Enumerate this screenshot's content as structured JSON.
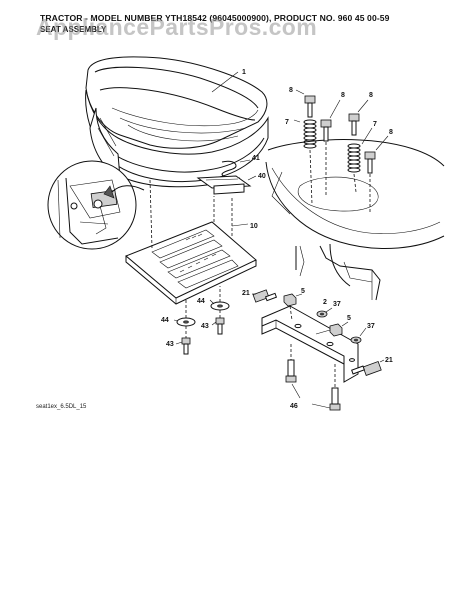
{
  "header": {
    "title": "TRACTOR - MODEL NUMBER YTH18542 (96045000900), PRODUCT NO. 960 45 00-59",
    "subtitle": "SEAT ASSEMBLY",
    "watermark": "AppliancePartsPros.com"
  },
  "figure_code": "seat1ex_6.5DL_15",
  "callouts": {
    "c1": "1",
    "c2": "2",
    "c5a": "5",
    "c5b": "5",
    "c7a": "7",
    "c7b": "7",
    "c8a": "8",
    "c8b": "8",
    "c8c": "8",
    "c8d": "8",
    "c10": "10",
    "c21a": "21",
    "c21b": "21",
    "c37a": "37",
    "c37b": "37",
    "c40": "40",
    "c41": "41",
    "c43a": "43",
    "c43b": "43",
    "c44a": "44",
    "c44b": "44",
    "c46": "46"
  }
}
